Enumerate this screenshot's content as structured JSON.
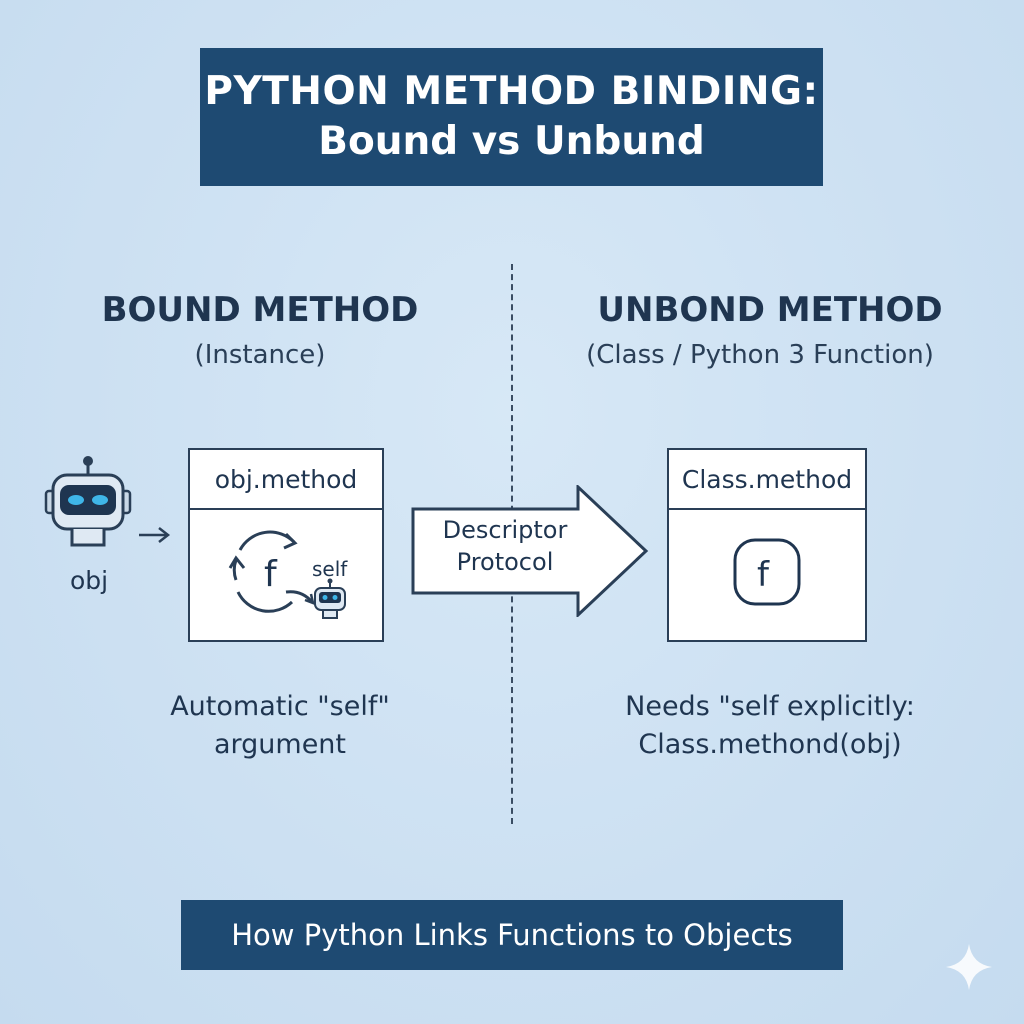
{
  "title": {
    "line1": "PYTHON METHOD BINDING:",
    "line2": "Bound vs Unbund"
  },
  "bound": {
    "heading": "BOUND METHOD",
    "subheading": "(Instance)",
    "box_label": "obj.method",
    "object_label": "obj",
    "self_label": "self",
    "function_glyph": "f",
    "caption_line1": "Automatic \"self\"",
    "caption_line2": "argument"
  },
  "arrow": {
    "line1": "Descriptor",
    "line2": "Protocol"
  },
  "unbound": {
    "heading": "UNBOND METHOD",
    "subheading": "(Class / Python 3 Function)",
    "box_label": "Class.method",
    "function_glyph": "f",
    "caption_line1": "Needs \"self explicitly:",
    "caption_line2": "Class.methond(obj)"
  },
  "footer": "How Python Links Functions to Objects",
  "colors": {
    "background": "#cfe3f4",
    "banner": "#1e4a72",
    "text": "#1f3550",
    "robot_eyes": "#3fb6e8"
  },
  "icons": [
    "robot-icon",
    "function-icon",
    "cycle-arrows-icon",
    "sparkle-icon"
  ]
}
